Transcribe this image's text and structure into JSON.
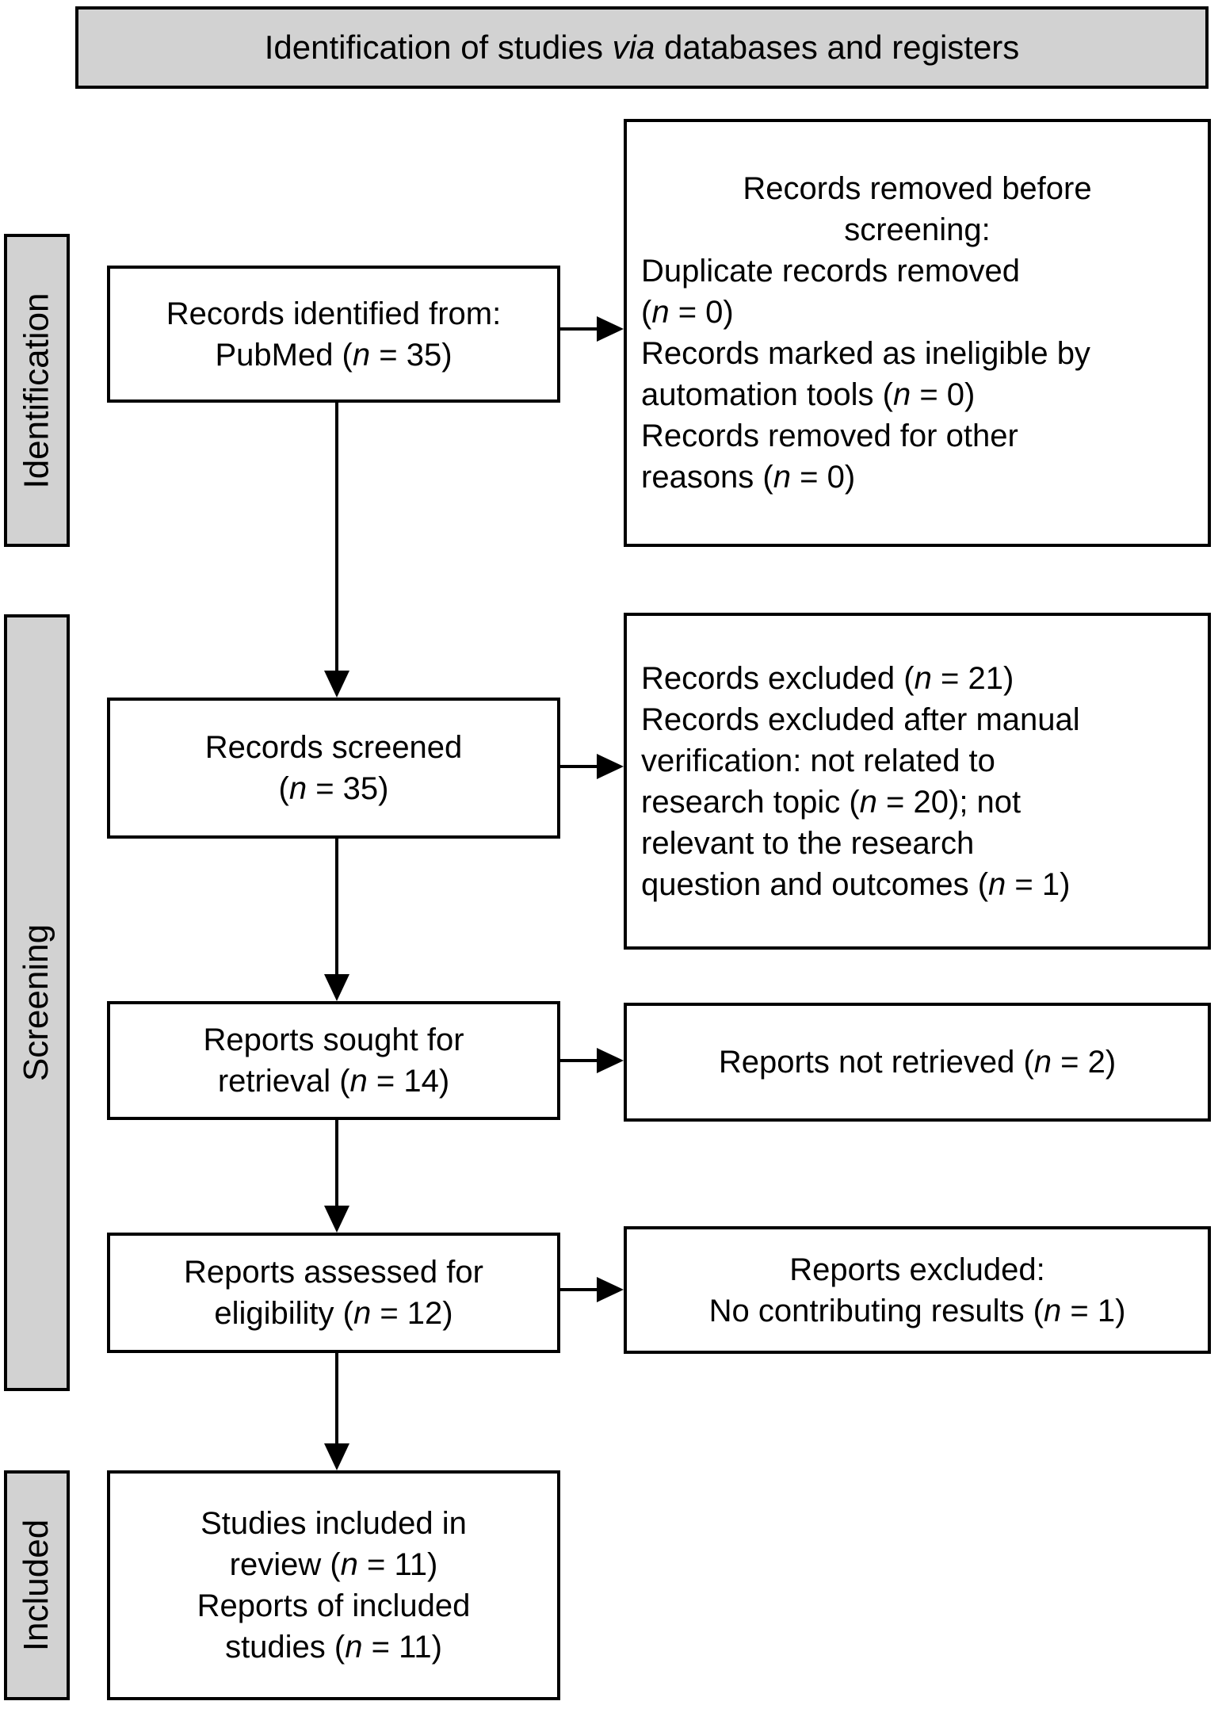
{
  "title": "Identification of studies *via* databases and registers",
  "colors": {
    "stage_fill": "#d2d2d2",
    "border": "#000000",
    "background": "#ffffff",
    "text": "#000000"
  },
  "sidebar": {
    "stages": [
      {
        "label": "Identification"
      },
      {
        "label": "Screening"
      },
      {
        "label": "Included"
      }
    ]
  },
  "flow": {
    "identified": {
      "lines": [
        "Records identified from:",
        "PubMed (*n* = 35)"
      ]
    },
    "removed_before_screening": {
      "heading_lines": [
        "Records removed before",
        "screening:"
      ],
      "detail_lines": [
        "Duplicate records removed",
        "(*n* = 0)",
        "Records marked as ineligible by",
        "automation tools (*n* = 0)",
        "Records removed for other",
        "reasons (*n* = 0)"
      ]
    },
    "screened": {
      "lines": [
        "Records screened",
        "(*n* = 35)"
      ]
    },
    "records_excluded": {
      "detail_lines": [
        "Records excluded (*n* = 21)",
        "Records excluded after manual",
        "verification: not related to",
        "research topic (*n* = 20); not",
        "relevant to the research",
        "question and outcomes (*n* = 1)"
      ]
    },
    "sought": {
      "lines": [
        "Reports sought for",
        "retrieval (*n* = 14)"
      ]
    },
    "not_retrieved": {
      "lines": [
        "Reports not retrieved (*n* = 2)"
      ]
    },
    "assessed": {
      "lines": [
        "Reports assessed for",
        "eligibility (*n* = 12)"
      ]
    },
    "reports_excluded": {
      "lines": [
        "Reports excluded:",
        "No contributing results (*n* = 1)"
      ]
    },
    "included": {
      "lines": [
        "Studies included in",
        "review (*n* = 11)",
        "Reports of included",
        "studies (*n* = 11)"
      ]
    }
  }
}
